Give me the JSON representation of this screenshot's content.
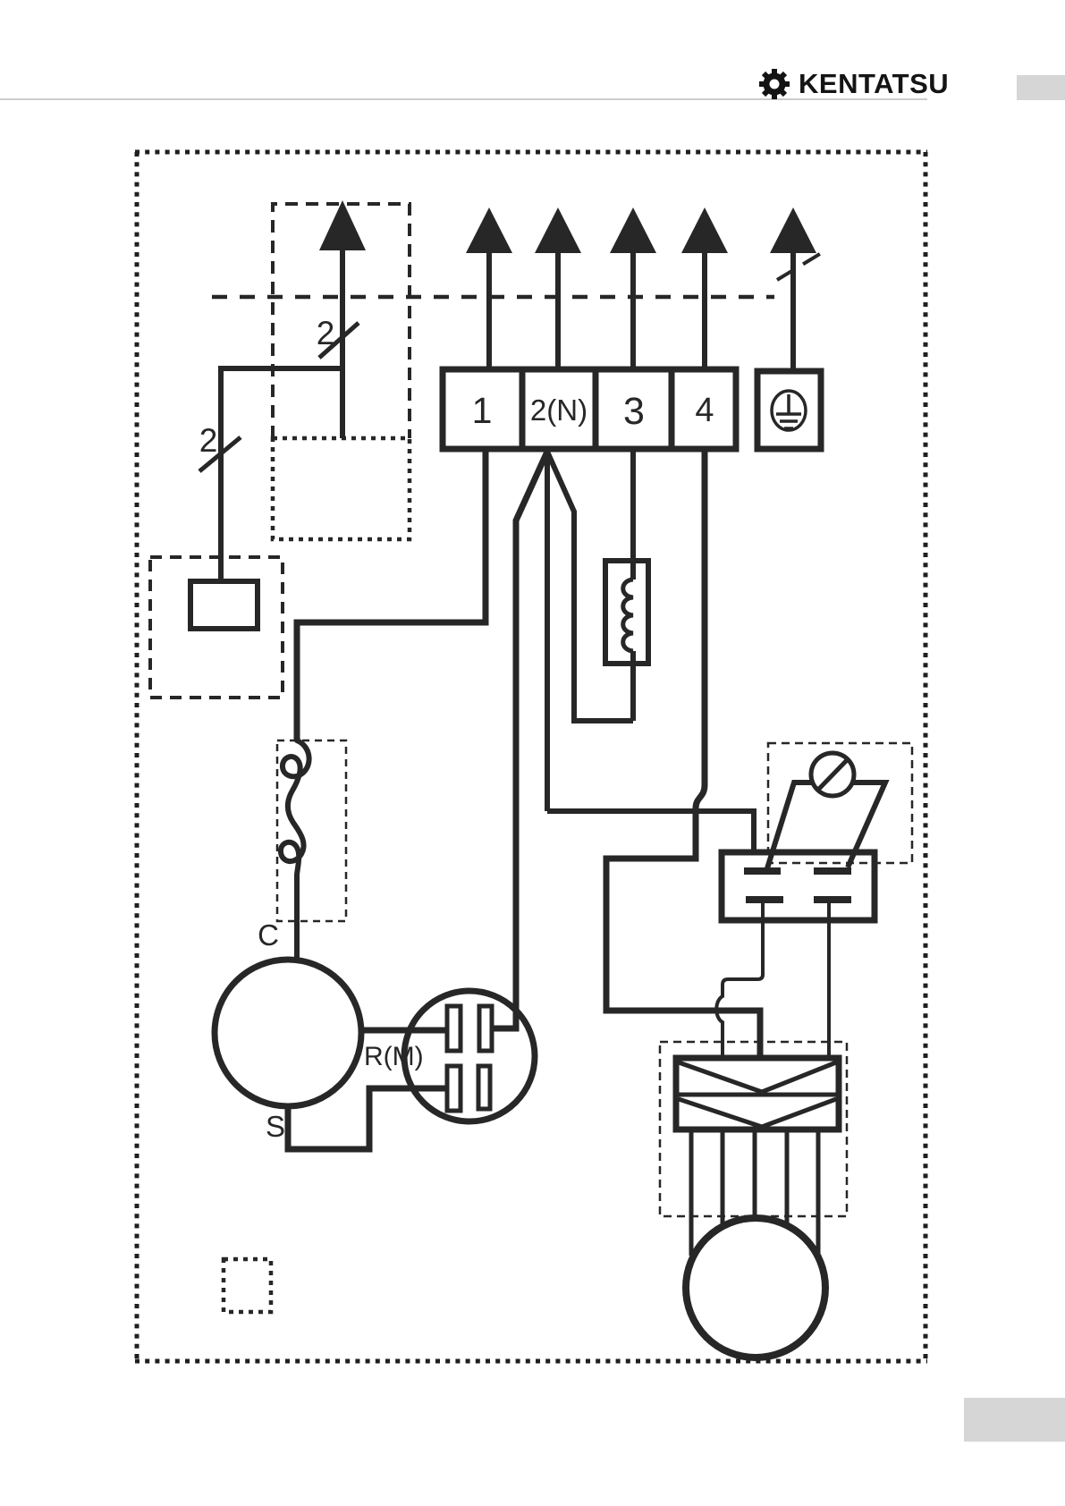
{
  "header": {
    "brand": "KENTATSU",
    "brand_icon": "kentatsu-gear-logo-icon",
    "rule_color": "#cccccc",
    "corner_block_color": "#d6d6d6"
  },
  "footer": {
    "corner_block_color": "#d6d6d6"
  },
  "diagram": {
    "ink_color": "#272727",
    "terminal_block": {
      "terminals": [
        "1",
        "2(N)",
        "3",
        "4"
      ],
      "ground_icon": "protective-earth-icon"
    },
    "labels": {
      "wire_count_upper": "2",
      "wire_count_lower": "2",
      "compressor_common": "C",
      "compressor_start": "S",
      "compressor_run": "R(M)"
    },
    "icons": [
      "flow-arrow-icon",
      "protective-earth-icon",
      "overload-protector-squiggle-icon",
      "coil-icon",
      "thermostat-circle-slash-icon",
      "transformer-crossover-icon",
      "capacitor-icon",
      "motor-circle-icon"
    ]
  }
}
